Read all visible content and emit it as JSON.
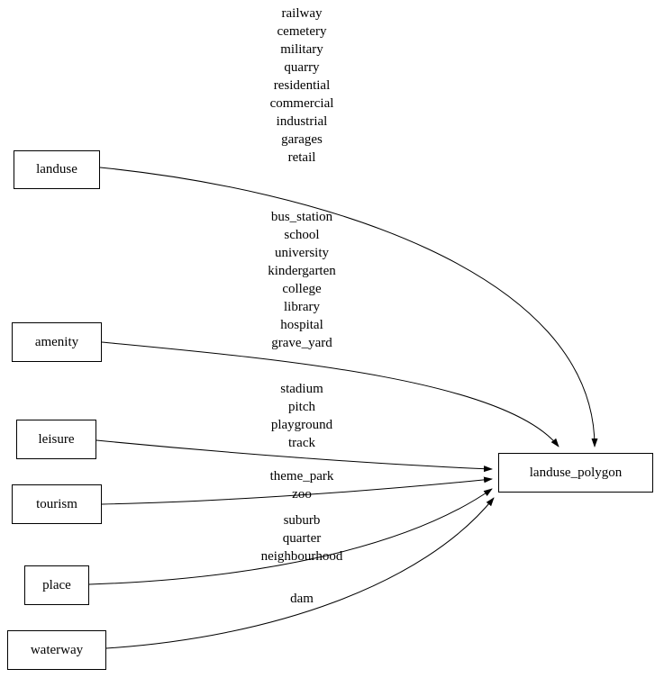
{
  "diagram": {
    "nodes": [
      {
        "id": "landuse",
        "label": "landuse"
      },
      {
        "id": "amenity",
        "label": "amenity"
      },
      {
        "id": "leisure",
        "label": "leisure"
      },
      {
        "id": "tourism",
        "label": "tourism"
      },
      {
        "id": "place",
        "label": "place"
      },
      {
        "id": "waterway",
        "label": "waterway"
      },
      {
        "id": "landuse_polygon",
        "label": "landuse_polygon"
      }
    ],
    "edge_labels": [
      {
        "from": "landuse",
        "to": "landuse_polygon",
        "text": "railway\ncemetery\nmilitary\nquarry\nresidential\ncommercial\nindustrial\ngarages\nretail"
      },
      {
        "from": "amenity",
        "to": "landuse_polygon",
        "text": "bus_station\nschool\nuniversity\nkindergarten\ncollege\nlibrary\nhospital\ngrave_yard"
      },
      {
        "from": "leisure",
        "to": "landuse_polygon",
        "text": "stadium\npitch\nplayground\ntrack"
      },
      {
        "from": "tourism",
        "to": "landuse_polygon",
        "text": "theme_park\nzoo"
      },
      {
        "from": "place",
        "to": "landuse_polygon",
        "text": "suburb\nquarter\nneighbourhood"
      },
      {
        "from": "waterway",
        "to": "landuse_polygon",
        "text": "dam"
      }
    ],
    "colors": {
      "edge": "#000000",
      "node_border": "#000000",
      "background": "#ffffff",
      "text": "#000000"
    }
  }
}
